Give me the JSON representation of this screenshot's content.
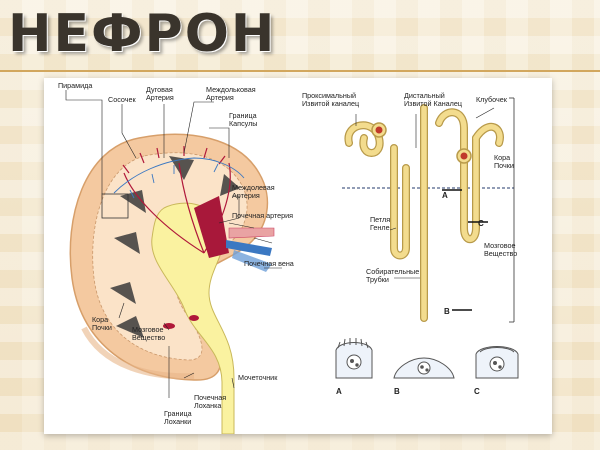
{
  "slide": {
    "title": "НЕФРОН"
  },
  "kidney_labels": {
    "pyramid": "Пирамида",
    "papilla": "Сосочек",
    "arcuate_artery_1": "Дуговая",
    "arcuate_artery_2": "Артерия",
    "interlobular_artery_1": "Междольковая",
    "interlobular_artery_2": "Артерия",
    "capsule_border_1": "Граница",
    "capsule_border_2": "Капсулы",
    "interlobar_artery_1": "Междолевая",
    "interlobar_artery_2": "Артерия",
    "renal_artery": "Почечная артерия",
    "renal_vein": "Почечная вена",
    "cortex_1": "Кора",
    "cortex_2": "Почки",
    "medulla_1": "Мозговое",
    "medulla_2": "Вещество",
    "ureter": "Мочеточник",
    "renal_pelvis_1": "Почечная",
    "renal_pelvis_2": "Лоханка",
    "pelvis_border_1": "Граница",
    "pelvis_border_2": "Лоханки"
  },
  "nephron_labels": {
    "proximal_1": "Проксимальный",
    "proximal_2": "Извитой каналец",
    "distal_1": "Дистальный",
    "distal_2": "Извитой Каналец",
    "glomerulus": "Клубочек",
    "cortex_1": "Кора",
    "cortex_2": "Почки",
    "loop_1": "Петля",
    "loop_2": "Генле",
    "collecting_1": "Собирательные",
    "collecting_2": "Трубки",
    "medulla_1": "Мозговое",
    "medulla_2": "Вещество",
    "mark_a": "A",
    "mark_b": "B",
    "mark_c": "C"
  },
  "cell_labels": [
    "A",
    "B",
    "C"
  ],
  "colors": {
    "tubule": "#f3dc8e",
    "tubule_edge": "#b89a4a",
    "cortex": "#f7d3b0",
    "medulla": "#fbe6cf",
    "artery": "#b0183a",
    "vein": "#3b78c2",
    "pelvis": "#fbf3a8"
  }
}
